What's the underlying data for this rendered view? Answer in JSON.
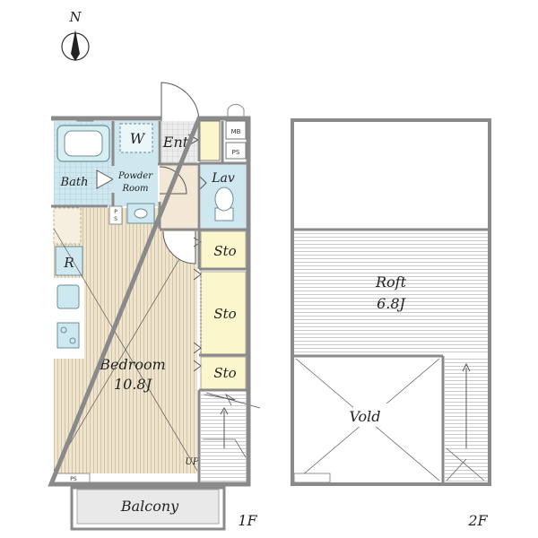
{
  "compass": {
    "north": "N"
  },
  "floor1": {
    "label": "1F",
    "rooms": {
      "bath": "Bath",
      "washer": "W",
      "entrance": "Ent",
      "meter_box": "MB",
      "pipe_space": "PS",
      "powder_room_line1": "Powder",
      "powder_room_line2": "Room",
      "lavatory": "Lav",
      "fridge": "R",
      "pipe_space_small_1": "P",
      "pipe_space_small_2": "S",
      "storage_1": "Sto",
      "storage_2": "Sto",
      "storage_3": "Sto",
      "bedroom": "Bedroom",
      "bedroom_size": "10.8J",
      "stair_up": "UP",
      "ps_bottom": "PS",
      "balcony": "Balcony"
    }
  },
  "floor2": {
    "label": "2F",
    "rooms": {
      "loft": "Roft",
      "loft_size": "6.8J",
      "void": "Vold"
    }
  },
  "colors": {
    "wall": "#8a8a8a",
    "bedroom_floor": "#efe5cf",
    "wet_area": "#cfe7ee",
    "storage": "#fbf6cc",
    "entrance_floor": "#f3e8d6",
    "balcony": "#e9e9e9"
  }
}
